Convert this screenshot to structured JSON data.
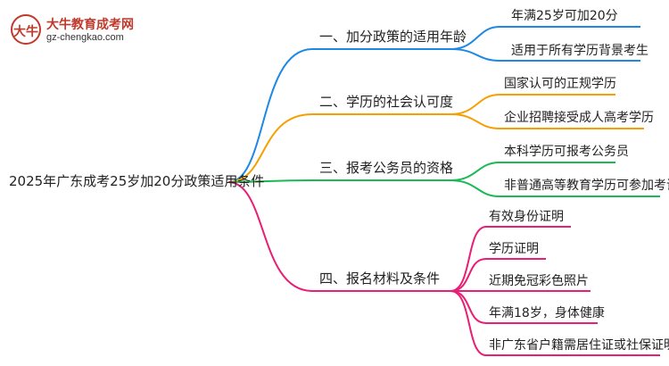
{
  "logo": {
    "name": "大牛教育成考网",
    "url": "gz-chengkao.com",
    "badge_text": "大牛"
  },
  "root": {
    "label": "2025年广东成考25岁加20分政策适用条件"
  },
  "colors": {
    "branch1": "#1e88e5",
    "branch2": "#f5a000",
    "branch3": "#19b955",
    "branch4": "#e91e75"
  },
  "branches": [
    {
      "label": "一、加分政策的适用年龄",
      "items": [
        "年满25岁可加20分",
        "适用于所有学历背景考生"
      ]
    },
    {
      "label": "二、学历的社会认可度",
      "items": [
        "国家认可的正规学历",
        "企业招聘接受成人高考学历"
      ]
    },
    {
      "label": "三、报考公务员的资格",
      "items": [
        "本科学历可报考公务员",
        "非普通高等教育学历可参加考试"
      ]
    },
    {
      "label": "四、报名材料及条件",
      "items": [
        "有效身份证明",
        "学历证明",
        "近期免冠彩色照片",
        "年满18岁，身体健康",
        "非广东省户籍需居住证或社保证明"
      ]
    }
  ]
}
